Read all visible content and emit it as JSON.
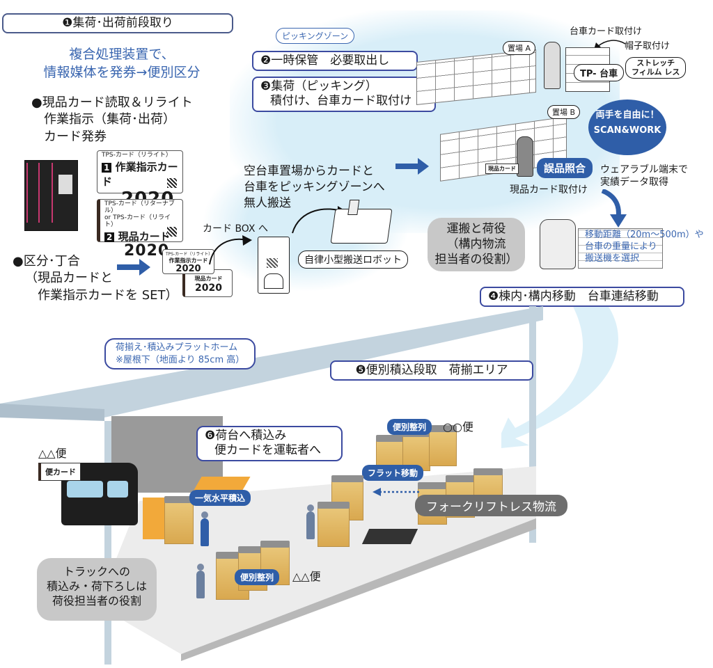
{
  "step1": {
    "title": "❶集荷･出荷前段取り",
    "headline_line1": "複合処理装置で、",
    "headline_line2": "情報媒体を発券→便別区分",
    "bullet1_line1": "●現品カード読取＆リライト",
    "bullet1_line2": "作業指示（集荷･出荷）",
    "bullet1_line3": "カード発券",
    "card1": {
      "type": "TPS-カード（リライト）",
      "number": "1",
      "name": "作業指示カード",
      "year": "2020"
    },
    "card2": {
      "type_line1": "TPS-カード（リターナブル）",
      "type_line2": "or TPS-カード（リライト）",
      "number": "2",
      "name": "現品カード",
      "year": "2020"
    },
    "bullet2_line1": "●区分･丁合",
    "bullet2_line2": "（現品カードと",
    "bullet2_line3": "作業指示カードを SET）",
    "mini_card_top": {
      "type": "TPS-カード（リライト）",
      "name": "作業指示カード",
      "year": "2020"
    },
    "mini_card_bottom": {
      "name": "現品カード",
      "year": "2020"
    },
    "card_box_label": "カード BOX へ"
  },
  "agv": {
    "text_line1": "空台車置場からカードと",
    "text_line2": "台車をピッキングゾーンへ",
    "text_line3": "無人搬送",
    "robot_label": "自律小型搬送ロボット"
  },
  "picking": {
    "zone_label": "ピッキングゾーン",
    "step2": "❷一時保管　必要取出し",
    "step3_line1": "❸集荷（ピッキング）",
    "step3_line2": "積付け、台車カード取付け",
    "location_a": "置場 A",
    "location_b": "置場 B",
    "cart_card_attach": "台車カード取付け",
    "cap_attach": "帽子取付け",
    "tp_cart": "TP- 台車",
    "stretch_film_line1": "ストレッチ",
    "stretch_film_line2": "フィルム レス",
    "scan_line1": "両手を自由に！",
    "scan_line2": "SCAN&WORK",
    "mismatch_check": "誤品照合",
    "item_card_tag": "現品カード",
    "item_card_attach": "現品カード取付け",
    "wearable_line1": "ウェアラブル端末で",
    "wearable_line2": "実績データ取得"
  },
  "transport": {
    "bubble_line1": "運搬と荷役",
    "bubble_line2": "（構内物流",
    "bubble_line3": "担当者の役割）",
    "note_line1": "移動距離（20m〜500m）や",
    "note_line2": "台車の重量により",
    "note_line3": "搬送機を選択",
    "step4": "❹棟内･構内移動　台車連結移動"
  },
  "platform": {
    "label_line1": "荷揃え･積込みプラットホーム",
    "label_line2": "※屋根下（地面より 85cm 高）",
    "step5": "❺便別積込段取　荷揃エリア",
    "step6_line1": "❻荷台へ積込み",
    "step6_line2": "便カードを運転者へ",
    "truck_route": "△△便",
    "truck_card": "便カード",
    "sort_badge_top": "便別整列",
    "route_top": "○○便",
    "flat_move": "フラット移動",
    "forklift_less": "フォークリフトレス物流",
    "level_loading": "一気水平積込",
    "sort_badge_bottom": "便別整列",
    "route_bottom": "△△便",
    "loader_bubble_line1": "トラックへの",
    "loader_bubble_line2": "積込み・荷下ろしは",
    "loader_bubble_line3": "荷役担当者の役割"
  },
  "colors": {
    "accent_blue": "#2f5ea8",
    "box_border": "#3b4aa0",
    "text_blue": "#3a66b0",
    "zone_bg": "#dff0f8",
    "roof": "#c3d3de",
    "bubble_gray": "#c8c8c8"
  }
}
